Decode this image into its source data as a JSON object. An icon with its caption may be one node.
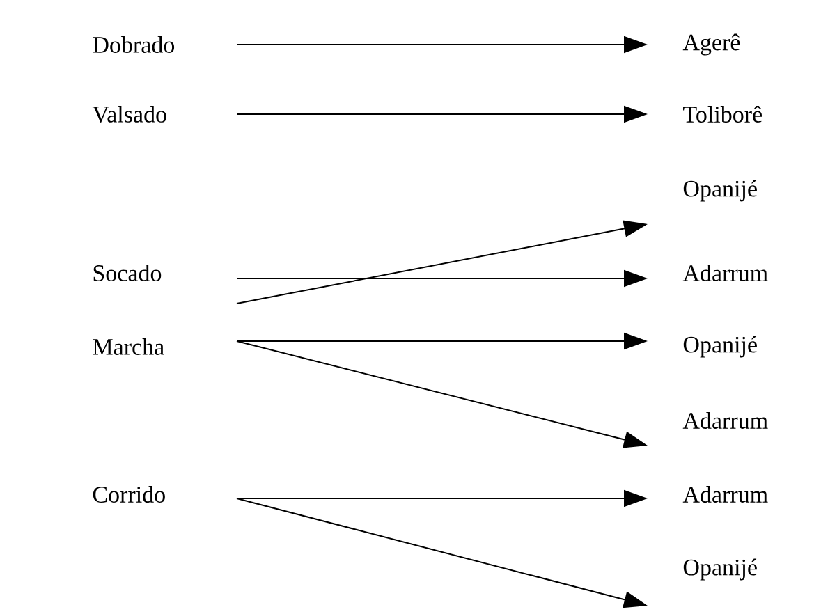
{
  "diagram": {
    "nodes": [
      {
        "text": [
          "Dobrado"
        ]
      },
      {
        "text": [
          "Valsado"
        ]
      },
      {
        "text": [
          "Socado"
        ]
      },
      {
        "text": [
          "Marcha"
        ]
      },
      {
        "text": [
          "Corrido"
        ]
      },
      {
        "text": [
          "Agerê"
        ]
      },
      {
        "text": [
          "Toliborê"
        ]
      },
      {
        "text": [
          "Opanijé"
        ]
      },
      {
        "text": [
          "Adarrum"
        ]
      },
      {
        "text": [
          "Opanijé"
        ]
      },
      {
        "text": [
          "Adarrum"
        ]
      },
      {
        "text": [
          "Adarrum"
        ]
      },
      {
        "text": [
          "Opanijé"
        ]
      }
    ],
    "edges": [
      {
        "from": 0,
        "to": 5,
        "arrow": "to"
      },
      {
        "from": 1,
        "to": 6,
        "arrow": "to"
      },
      {
        "from": 2,
        "to": 8,
        "arrow": "to"
      },
      {
        "from": 2,
        "to": 7,
        "arrow": "to"
      },
      {
        "from": 3,
        "to": 9,
        "arrow": "to"
      },
      {
        "from": 3,
        "to": 10,
        "arrow": "to"
      },
      {
        "from": 4,
        "to": 11,
        "arrow": "to"
      },
      {
        "from": 4,
        "to": 12,
        "arrow": "to"
      }
    ]
  }
}
